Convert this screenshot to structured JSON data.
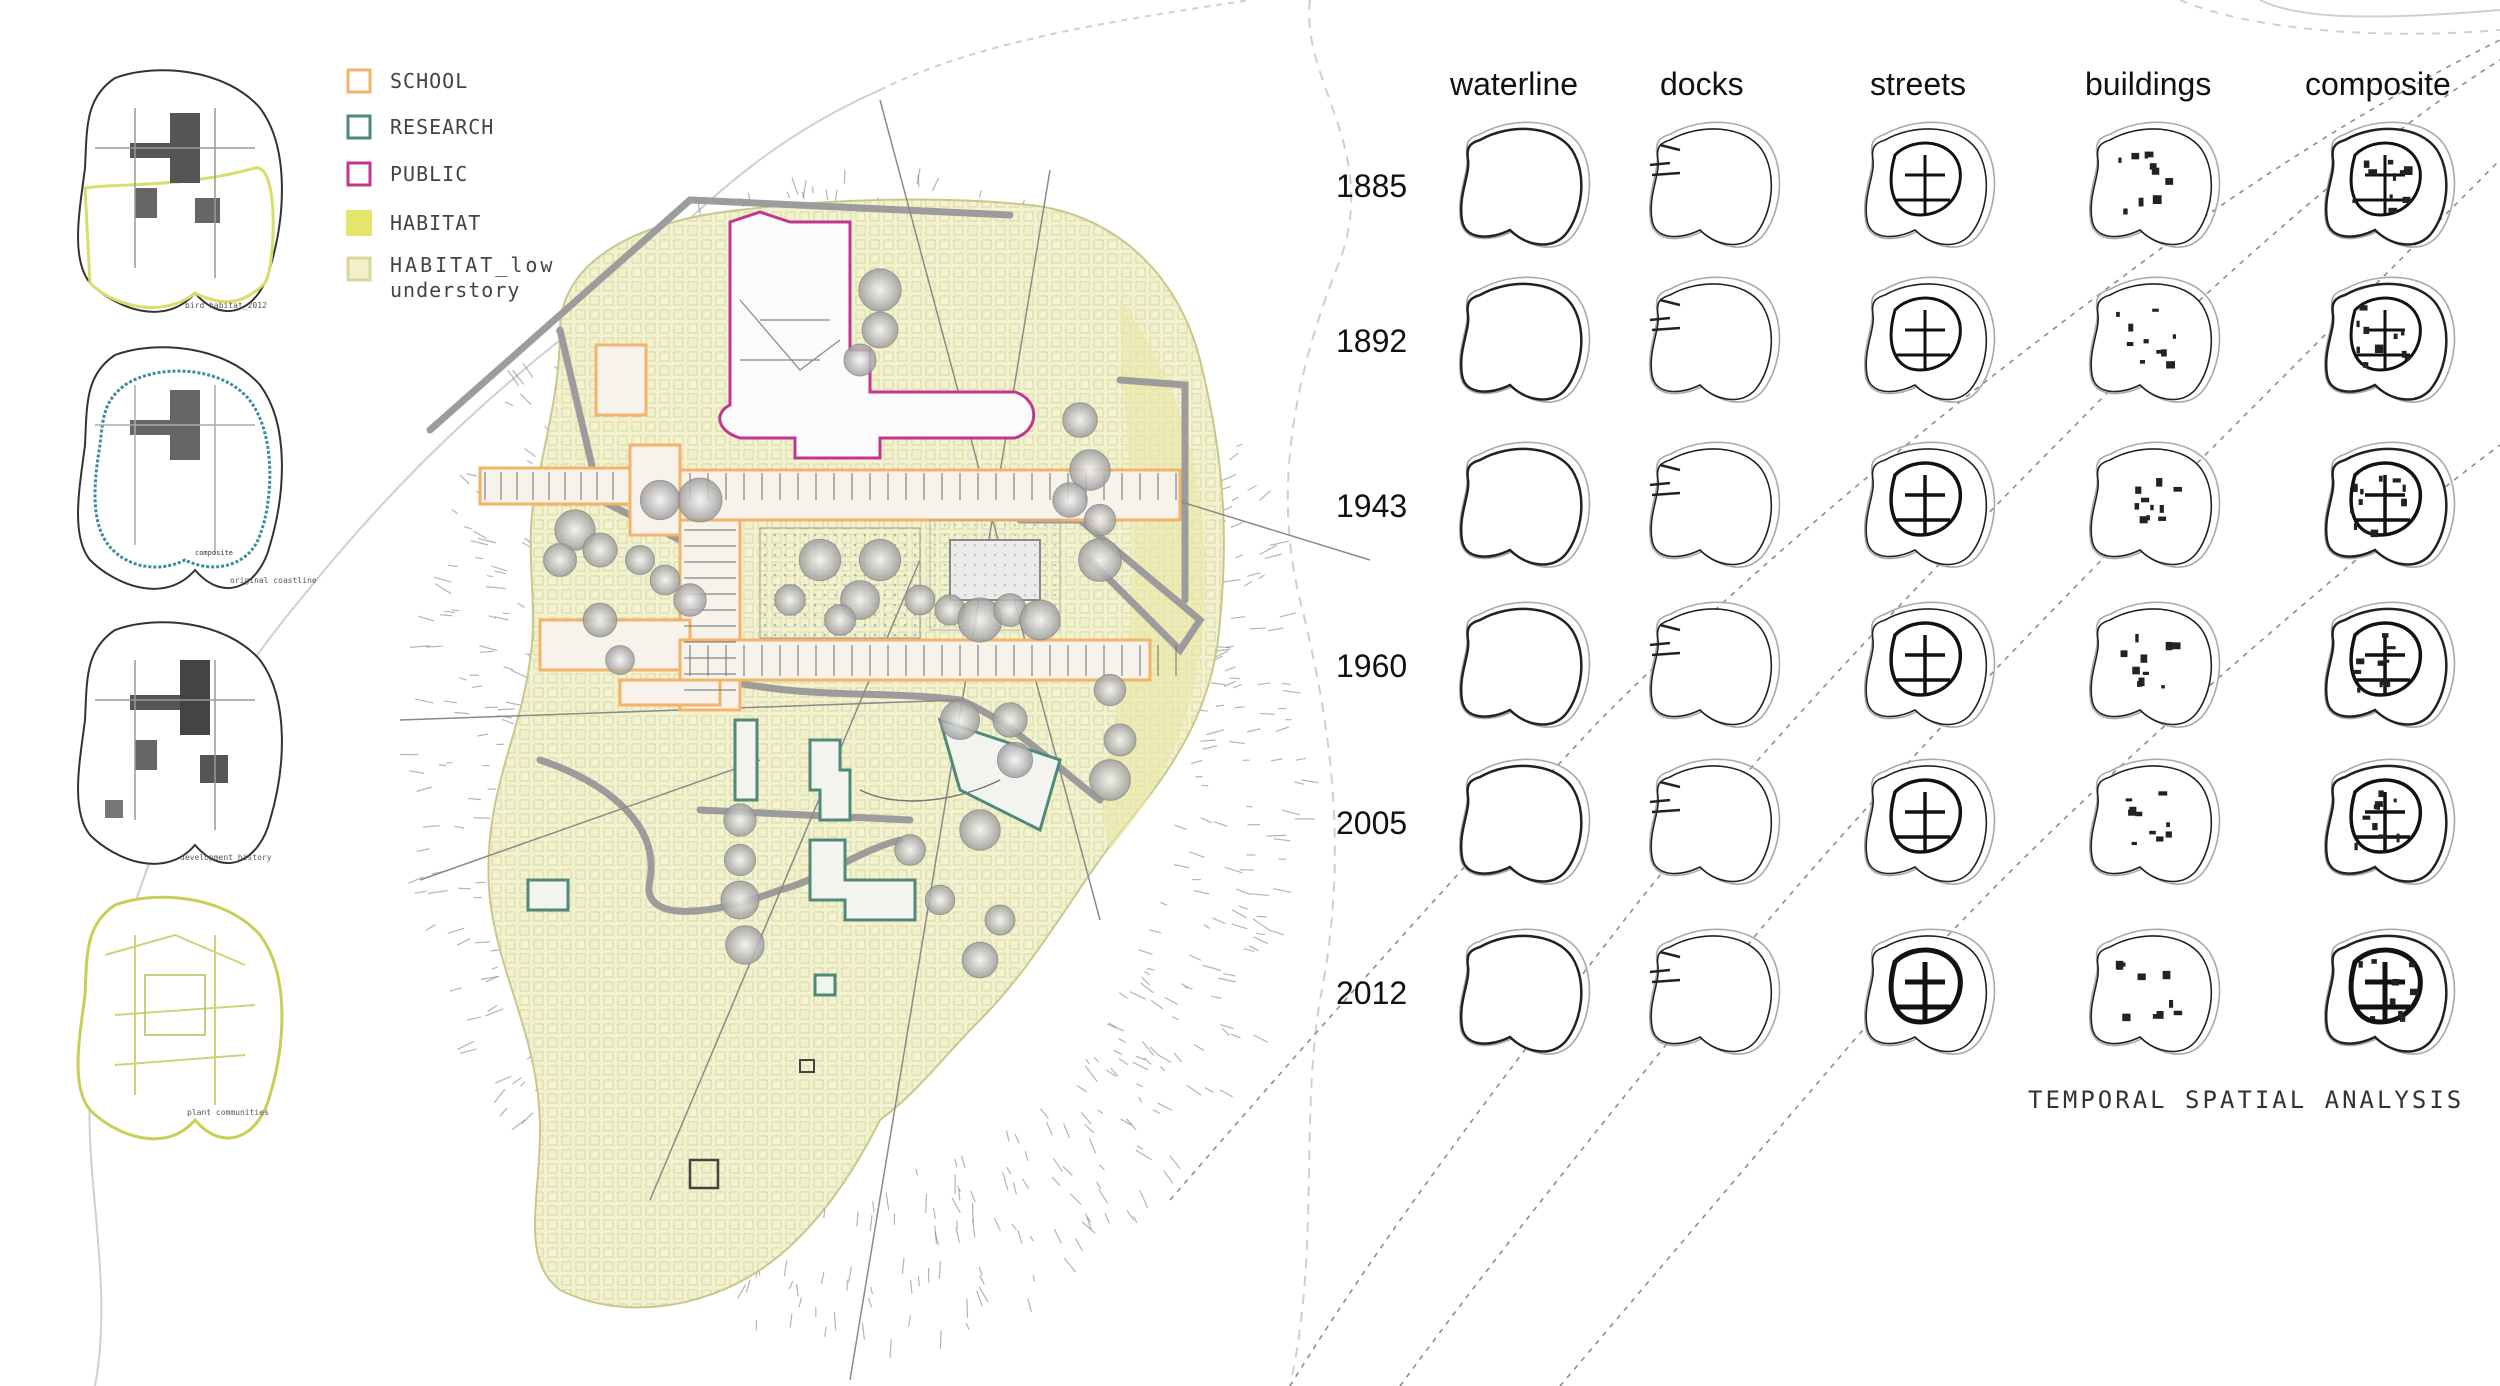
{
  "legend": {
    "items": [
      {
        "label": "SCHOOL",
        "color": "#f2b36b",
        "style": "outline"
      },
      {
        "label": "RESEARCH",
        "color": "#4f8a78",
        "style": "outline"
      },
      {
        "label": "PUBLIC",
        "color": "#c0378f",
        "style": "outline"
      },
      {
        "label": "HABITAT",
        "color": "#e4e56a",
        "style": "fill"
      },
      {
        "label": "HABITAT_low",
        "label2": "understory",
        "color": "#eeeeb4",
        "style": "fill-outline"
      }
    ]
  },
  "thumbnails": [
    {
      "caption": "bird habitat_2012",
      "subcaption": ""
    },
    {
      "caption": "original coastline",
      "subcaption": "composite"
    },
    {
      "caption": "development_history",
      "subcaption": ""
    },
    {
      "caption": "plant communities",
      "subcaption": ""
    }
  ],
  "matrix": {
    "columns": [
      "waterline",
      "docks",
      "streets",
      "buildings",
      "composite"
    ],
    "rows": [
      "1885",
      "1892",
      "1943",
      "1960",
      "2005",
      "2012"
    ],
    "title": "TEMPORAL SPATIAL ANALYSIS"
  },
  "colors": {
    "school": "#f2b36b",
    "research": "#4f8a78",
    "public": "#c0378f",
    "habitat": "#e4e56a",
    "habitat_low": "#f1f0c6",
    "ink": "#222222",
    "line_grey": "#9a9a9a"
  }
}
